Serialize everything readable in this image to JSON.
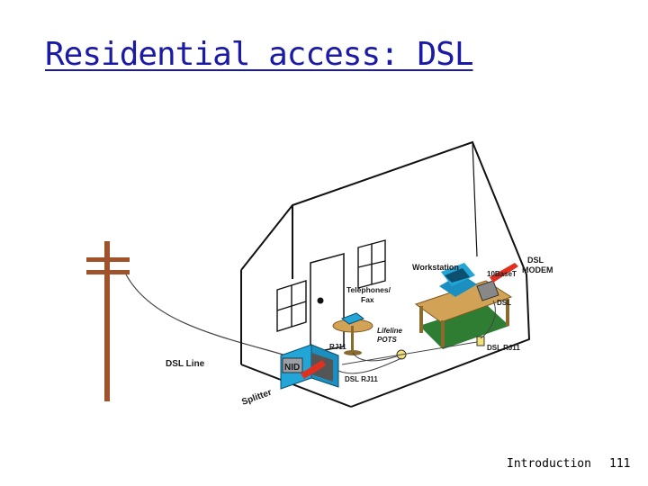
{
  "slide": {
    "title": "Residential access: DSL",
    "footer_left": "Introduction",
    "page_number": "111"
  },
  "diagram": {
    "labels": {
      "workstation": "Workstation",
      "tenbaset": "10BaseT",
      "dsl_modem_1": "DSL",
      "dsl_modem_2": "MODEM",
      "dsl": "DSL",
      "telephones_1": "Telephones/",
      "telephones_2": "Fax",
      "lifeline_1": "Lifeline",
      "lifeline_2": "POTS",
      "rj11": "RJ11",
      "dsl_rj11_right": "DSL RJ11",
      "dsl_rj11_bottom": "DSL RJ11",
      "dsl_line": "DSL Line",
      "nid": "NID",
      "splitter": "Splitter"
    },
    "colors": {
      "pole": "#a0522d",
      "floor": "#2e7d32",
      "desk": "#d2a356",
      "monitor": "#22a6d8",
      "arrow": "#e03020",
      "title": "#1a1aa6"
    }
  }
}
